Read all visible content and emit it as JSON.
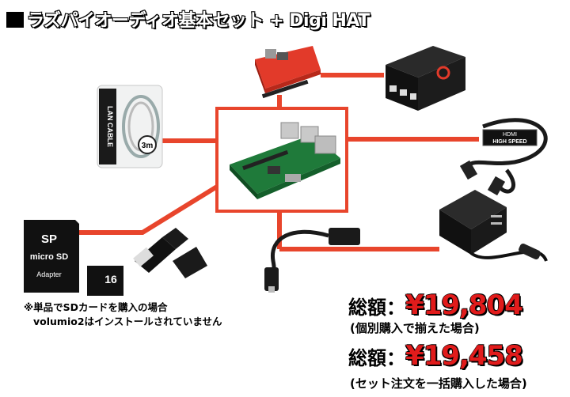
{
  "title": "ラズパイオーディオ基本セット + Digi HAT",
  "title_prefix": "■",
  "icons": {
    "lan_cable_label": "LAN CABLE",
    "lan_cable_length": "3m",
    "hdmi_label": "HIGH SPEED",
    "hdmi_brand": "HDMI",
    "sd_brand": "SP",
    "sd_card_name": "micro SD",
    "sd_adapter": "Adapter",
    "sd_capacity": "16"
  },
  "note": {
    "line1": "※単品でSDカードを購入の場合",
    "line2": "volumio2はインストールされていません"
  },
  "prices": {
    "separate": {
      "label": "総額：",
      "value": "¥19,804",
      "sub": "(個別購入で揃えた場合)"
    },
    "set": {
      "label": "総額：",
      "value": "¥19,458",
      "sub": "(セット注文を一括購入した場合)"
    }
  },
  "colors": {
    "accent": "#e8452c",
    "price": "#e11b1b"
  }
}
